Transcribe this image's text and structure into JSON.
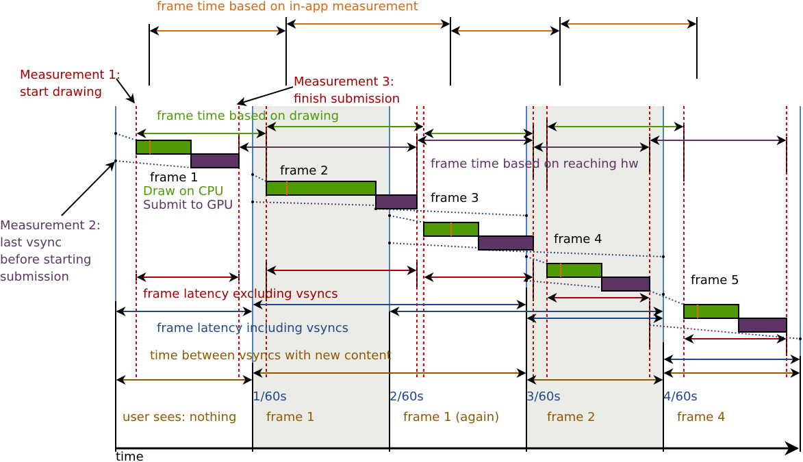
{
  "colors": {
    "orange": "#d46a12",
    "green": "#4e9a06",
    "purple": "#5c3566",
    "red": "#a40000",
    "blue": "#204a87",
    "brown": "#8f5902",
    "vsync": "#4f7fbf",
    "shade": "#ebebe8",
    "draw_fill": "#4e9a06",
    "submit_fill": "#5c3566",
    "black": "#000000"
  },
  "labels": {
    "frame_time_inapp": "frame time based on in-app measurement",
    "measurement1_line1": "Measurement 1:",
    "measurement1_line2": "start drawing",
    "measurement3_line1": "Measurement 3:",
    "measurement3_line2": "finish submission",
    "frame_time_drawing": "frame time based on drawing",
    "frame_time_hw": "frame time based on reaching hw",
    "measurement2_line1": "Measurement 2:",
    "measurement2_line2": "last vsync",
    "measurement2_line3": "before starting",
    "measurement2_line4": "submission",
    "legend_draw": "Draw on CPU",
    "legend_submit": "Submit to GPU",
    "latency_excl": "frame latency excluding vsyncs",
    "latency_incl": "frame latency including vsyncs",
    "between_vsyncs": "time between vsyncs with new content",
    "time_axis": "time"
  },
  "frames": [
    {
      "label": "frame 1"
    },
    {
      "label": "frame 2"
    },
    {
      "label": "frame 3"
    },
    {
      "label": "frame 4"
    },
    {
      "label": "frame 5"
    }
  ],
  "vsync_ticks": [
    "1/60s",
    "2/60s",
    "3/60s",
    "4/60s"
  ],
  "user_sees": [
    "user sees: nothing",
    "frame 1",
    "frame 1 (again)",
    "frame 2",
    "frame 4"
  ]
}
